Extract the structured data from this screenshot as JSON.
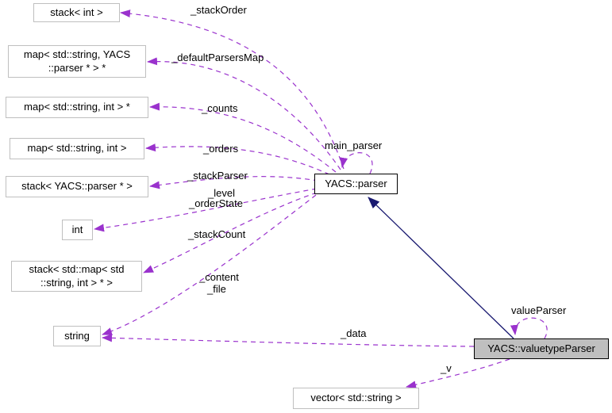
{
  "diagram": {
    "type": "collaboration-graph",
    "nodes": {
      "stackInt": {
        "label": "stack< int >"
      },
      "mapParsers": {
        "line1": "map< std::string, YACS",
        "line2": "::parser * > *"
      },
      "mapIntPtr": {
        "label": "map< std::string, int > *"
      },
      "mapInt": {
        "label": "map< std::string, int >"
      },
      "stackParserPtr": {
        "label": "stack< YACS::parser * >"
      },
      "intType": {
        "label": "int"
      },
      "stackMap": {
        "line1": "stack< std::map< std",
        "line2": "::string, int > * >"
      },
      "stringType": {
        "label": "string"
      },
      "vectorString": {
        "label": "vector< std::string >"
      },
      "yacsParser": {
        "label": "YACS::parser"
      },
      "yacsValuetypeParser": {
        "label": "YACS::valuetypeParser"
      }
    },
    "edge_labels": {
      "stackOrder": "_stackOrder",
      "defaultParsersMap": "_defaultParsersMap",
      "counts": "_counts",
      "orders": "_orders",
      "stackParser": "_stackParser",
      "level": "_level",
      "orderState": "_orderState",
      "stackCount": "_stackCount",
      "content": "_content",
      "file": "_file",
      "mainParser": "main_parser",
      "valueParser": "valueParser",
      "data": "_data",
      "v": "_v"
    },
    "colors": {
      "association_edge": "#9a32cd",
      "inheritance_edge": "#191970",
      "node_border": "#bfbfbf",
      "linked_node_border": "#000000",
      "highlight_node_fill": "#bfbfbf",
      "node_fill": "#ffffff",
      "background": "#ffffff",
      "text": "#000000"
    }
  }
}
